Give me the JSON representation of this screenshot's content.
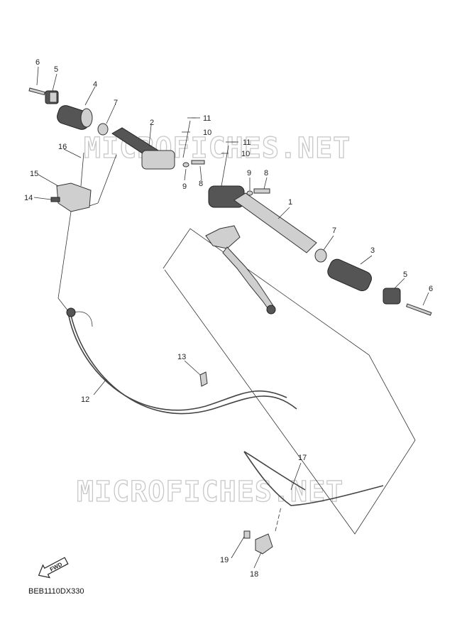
{
  "watermarks": [
    "MICROFICHES.NET",
    "MICROFICHES.NET"
  ],
  "diagram_code": "BEB1110DX330",
  "fwd_label": "FWD",
  "callouts": {
    "c1": "1",
    "c2": "2",
    "c3a": "3",
    "c3b": "4",
    "c5a": "5",
    "c5b": "5",
    "c6a": "6",
    "c6b": "6",
    "c7a": "7",
    "c7b": "7",
    "c8a": "8",
    "c8b": "8",
    "c9a": "9",
    "c9b": "9",
    "c10a": "10",
    "c10b": "10",
    "c11a": "11",
    "c11b": "11",
    "c12": "12",
    "c13": "13",
    "c14": "14",
    "c15": "15",
    "c16": "16",
    "c17": "17",
    "c18": "18",
    "c19": "19",
    "c3": "3"
  }
}
